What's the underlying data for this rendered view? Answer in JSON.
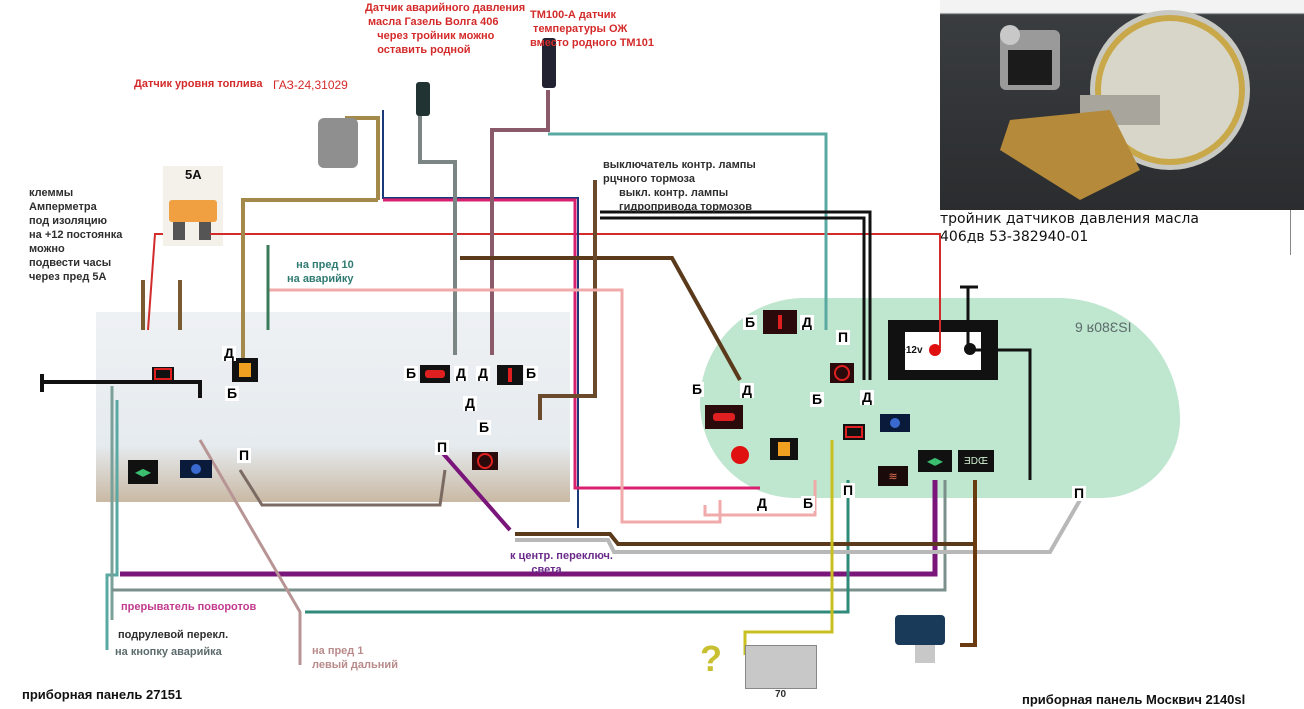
{
  "labels": {
    "oil_pressure_sensor": "Датчик аварийного давления\n масла Газель Волга 406\n    через тройник можно\n    оставить родной",
    "coolant_temp_sensor": "ТМ100-А датчик\n температуры ОЖ\nвместо родного ТМ101",
    "fuel_level_sensor": "Датчик уровня топлива",
    "fuel_level_model": "ГАЗ-24,31029",
    "fuse_rating": "5A",
    "ammeter_note": "клеммы\nАмперметра\nпод изоляцию\nна +12 постоянка\nможно\nподвести часы\nчерез пред 5А",
    "fuse10_note": "   на пред 10\nна аварийку",
    "handbrake_switch": "выключатель контр. лампы\nрцчного тормоза",
    "hydro_brake_switch": "выкл. контр. лампы\nгидропривода тормозов",
    "tee_caption_line1": "тройник датчиков давления масла",
    "tee_caption_line2": " 406дв 53-382940-01",
    "plus12v": "+12v",
    "center_light_switch": "к центр. переключ.\n       света",
    "turn_breaker": "прерыватель поворотов",
    "column_switch": "подрулевой перекл.",
    "hazard_button": "на кнопку аварийка",
    "fuse1_note": "на пред 1\nлевый дальний",
    "panel_left_title": "приборная панель 27151",
    "panel_right_title": "приборная панель Москвич 2140sl",
    "relay_number": "70",
    "question_mark": "?",
    "panel_serial": "9 ʁ08ƐSI"
  },
  "terminals": {
    "D": "Д",
    "B": "Б",
    "P": "П"
  },
  "colors": {
    "wire_red": "#d22b2b",
    "wire_brown": "#5a3a1a",
    "wire_olive": "#a48a4a",
    "wire_magenta": "#d8206e",
    "wire_navy": "#1b3a7a",
    "wire_gray": "#7b8583",
    "wire_teal": "#2f8a7a",
    "wire_mauve": "#8a5a6a",
    "wire_pink": "#f0aaaa",
    "wire_purple": "#7a157a",
    "wire_lightgray": "#b8b8b8",
    "wire_black": "#111111",
    "wire_yellow": "#c8c020",
    "wire_rose": "#b89595"
  }
}
